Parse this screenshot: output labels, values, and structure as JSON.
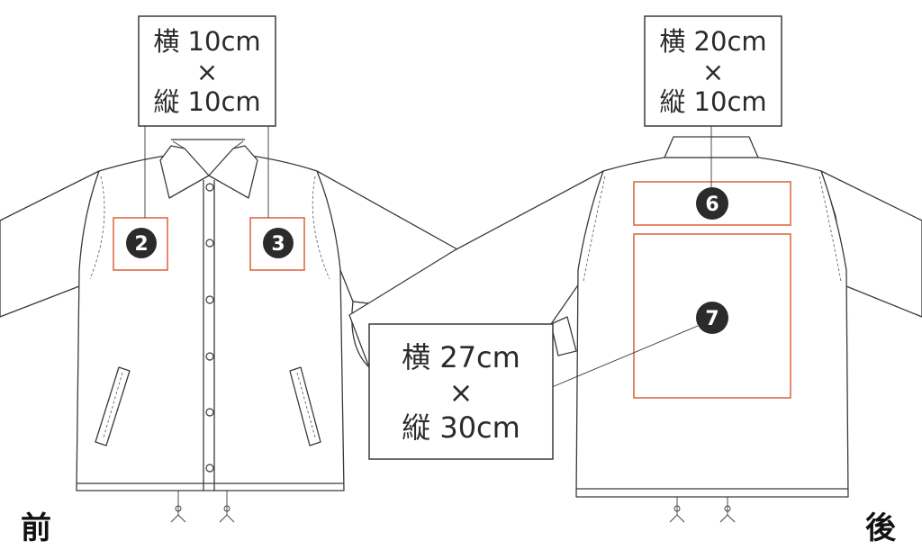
{
  "views": {
    "front_label": "前",
    "back_label": "後"
  },
  "dimension_boxes": {
    "front_left_chest": {
      "line1": "横 10cm",
      "line2": "×",
      "line3": "縦 10cm"
    },
    "back_upper": {
      "line1": "横 20cm",
      "line2": "×",
      "line3": "縦 10cm"
    },
    "back_center": {
      "line1": "横 27cm",
      "line2": "×",
      "line3": "縦 30cm"
    }
  },
  "badges": {
    "zone2": "2",
    "zone3": "3",
    "zone6": "6",
    "zone7": "7"
  },
  "colors": {
    "zone_outline": "#e06a4a",
    "badge_fill": "#2b2b2b",
    "line": "#3a3a3a"
  }
}
